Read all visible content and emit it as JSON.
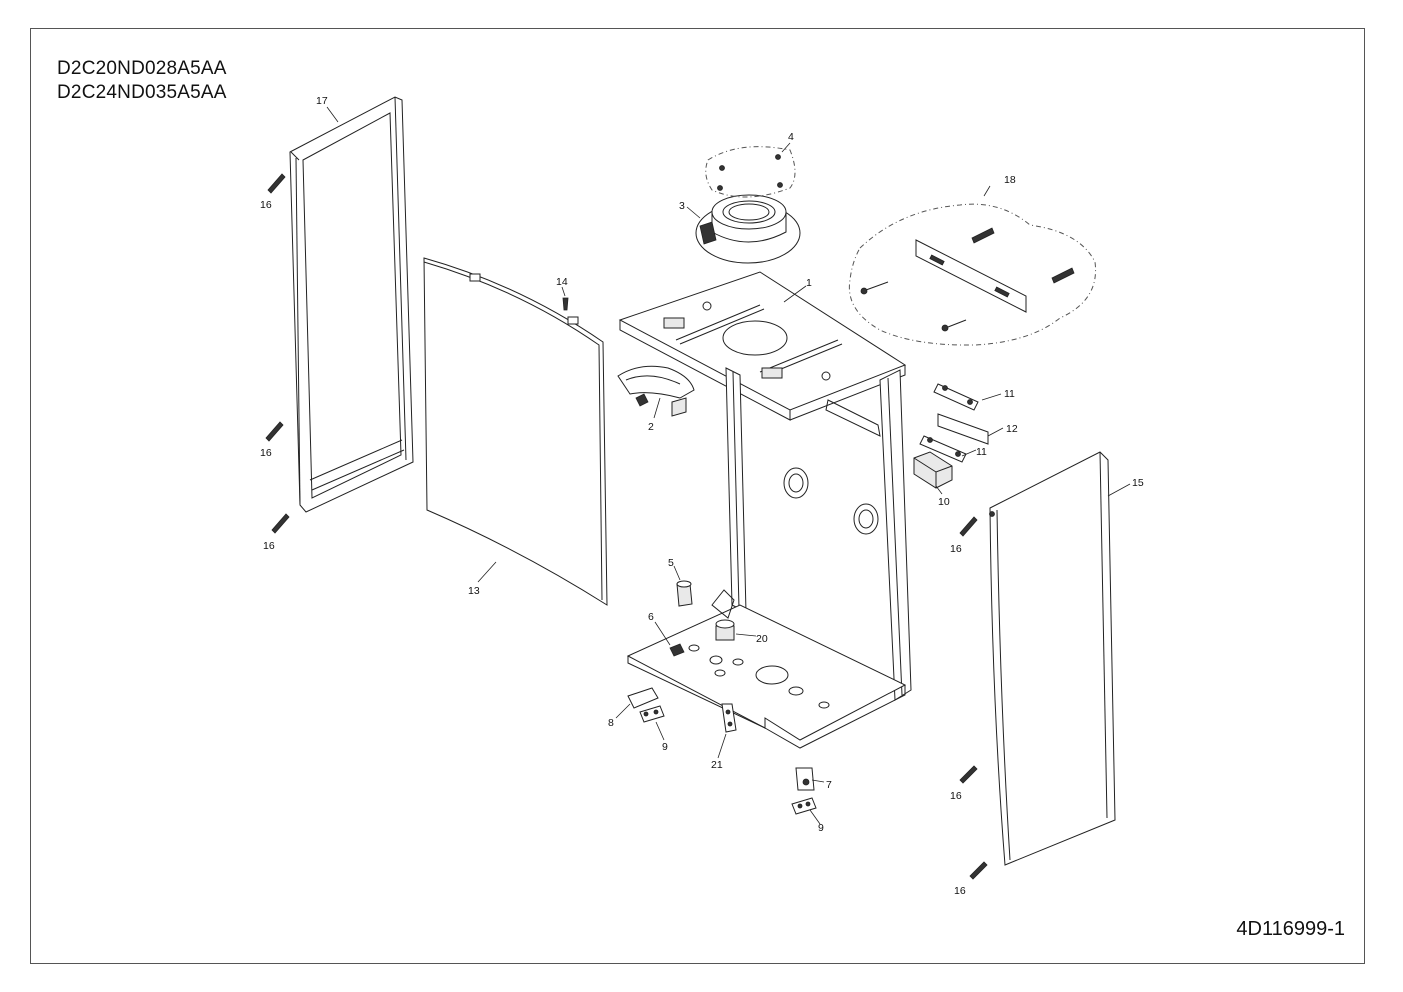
{
  "models": [
    "D2C20ND028A5AA",
    "D2C24ND035A5AA"
  ],
  "document_number": "4D116999-1",
  "callouts": {
    "c1": "1",
    "c2": "2",
    "c3": "3",
    "c4": "4",
    "c5": "5",
    "c6": "6",
    "c7": "7",
    "c8": "8",
    "c9a": "9",
    "c9b": "9",
    "c10": "10",
    "c11a": "11",
    "c11b": "11",
    "c12": "12",
    "c13": "13",
    "c14": "14",
    "c15": "15",
    "c16a": "16",
    "c16b": "16",
    "c16c": "16",
    "c16d": "16",
    "c16e": "16",
    "c16f": "16",
    "c17": "17",
    "c18": "18",
    "c20": "20",
    "c21": "21"
  }
}
